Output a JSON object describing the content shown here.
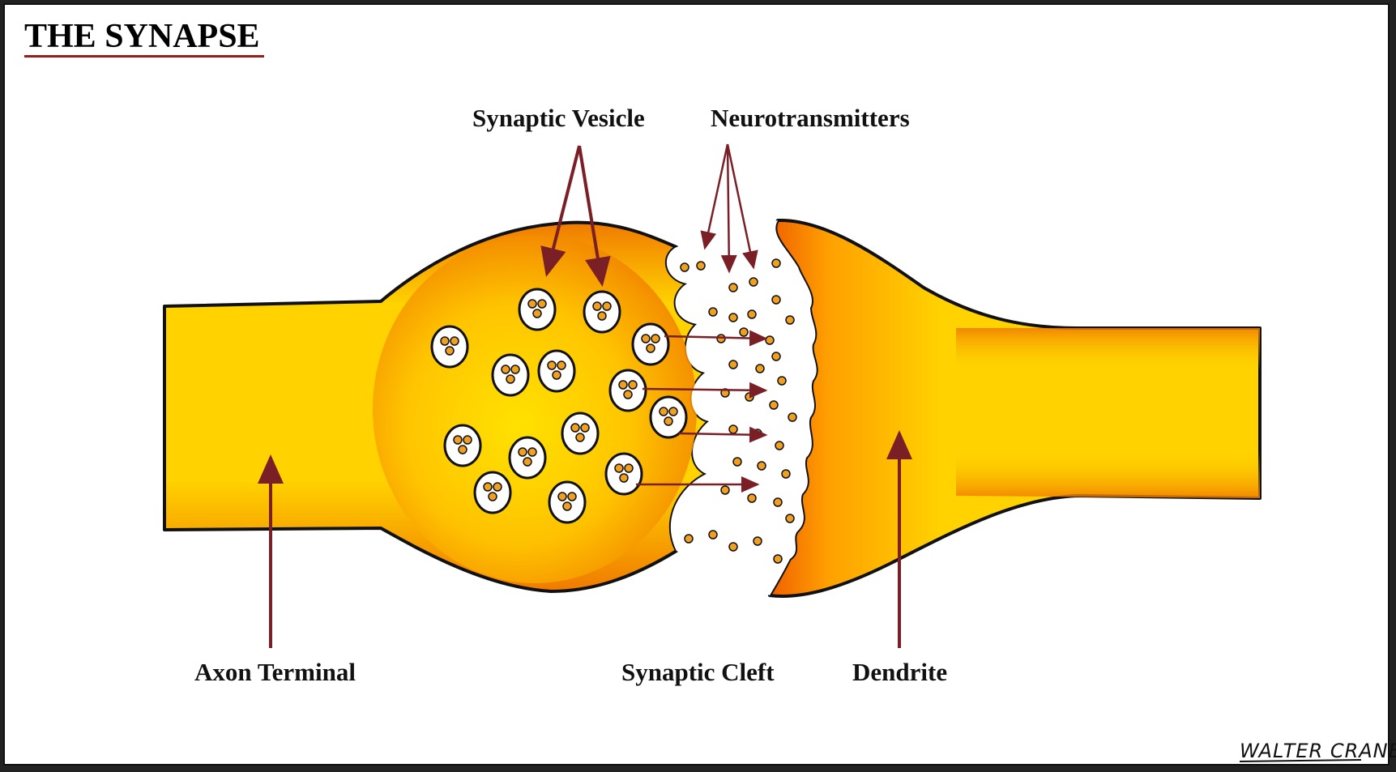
{
  "title": "THE SYNAPSE",
  "labels": {
    "synaptic_vesicle": "Synaptic Vesicle",
    "neurotransmitters": "Neurotransmitters",
    "axon_terminal": "Axon Terminal",
    "synaptic_cleft": "Synaptic Cleft",
    "dendrite": "Dendrite"
  },
  "signature": "WALTER CRANE",
  "colors": {
    "membrane_edge": "#f07a00",
    "membrane_core": "#ffd200",
    "arrow": "#7a1f26",
    "title_underline": "#9b1b1b",
    "outline": "#111111"
  }
}
